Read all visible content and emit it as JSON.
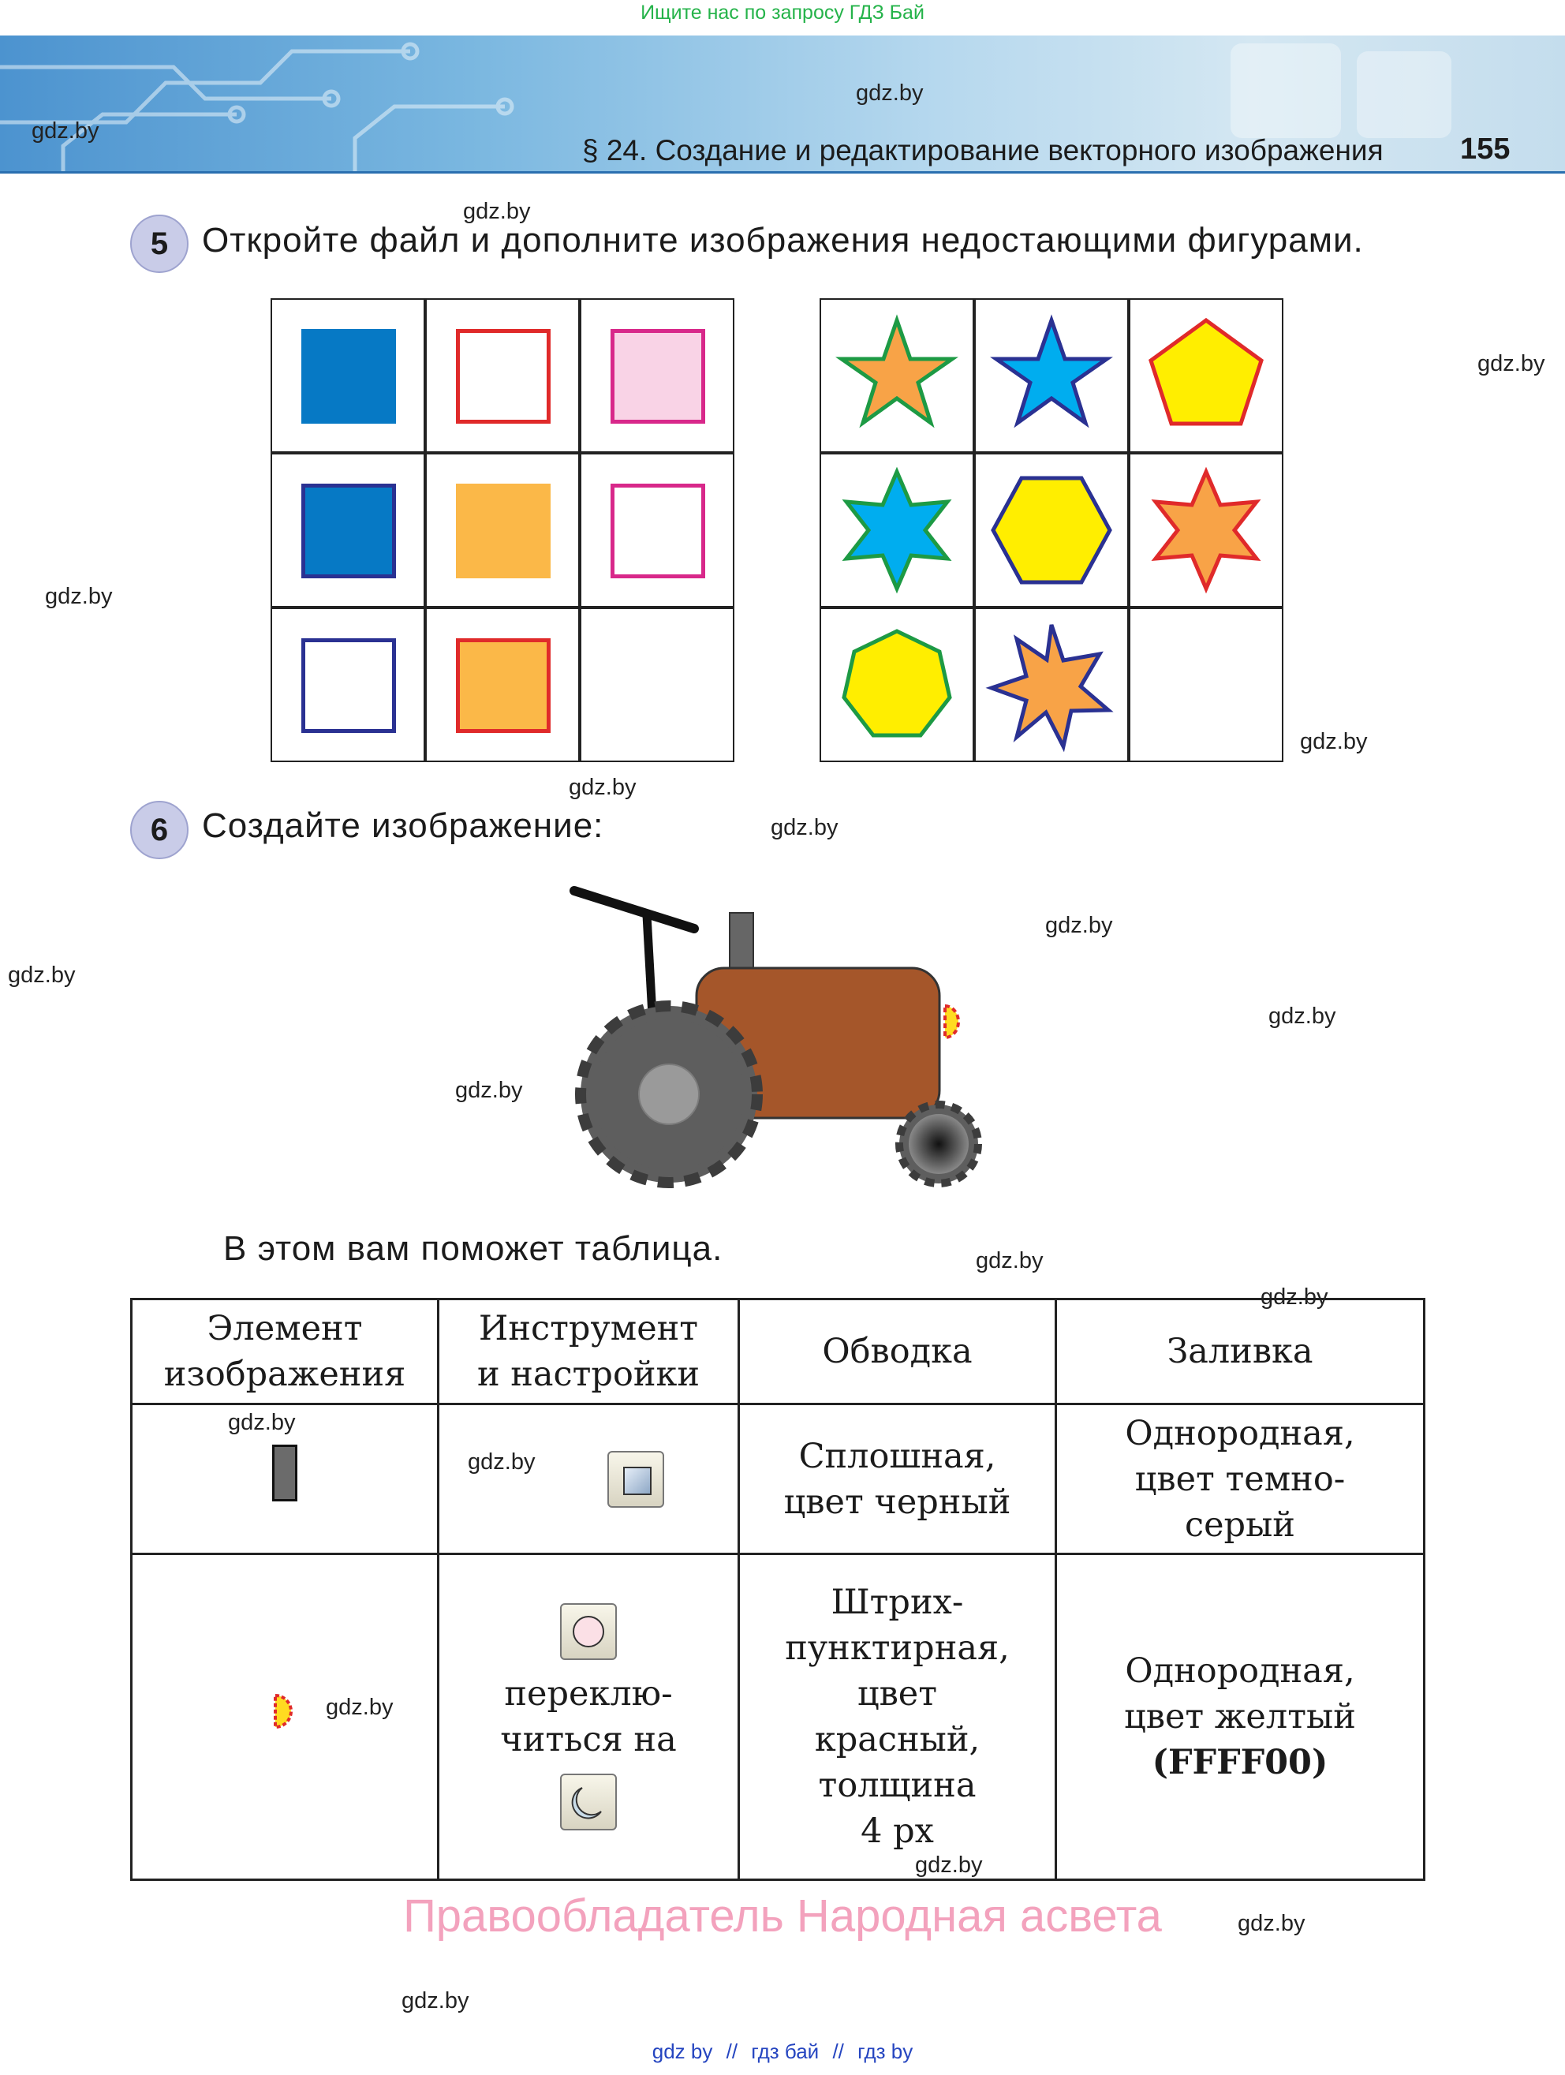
{
  "top_link": "Ищите нас по запросу ГДЗ Бай",
  "header": {
    "title": "§ 24. Создание и редактирование векторного изображения",
    "page_number": "155"
  },
  "watermark": "gdz.by",
  "task5": {
    "number": "5",
    "text": "Откройте файл и дополните изображения недостающими фигурами."
  },
  "task6": {
    "number": "6",
    "text": "Создайте изображение:"
  },
  "hint": "В этом вам поможет таблица.",
  "table": {
    "headers": [
      [
        "Элемент",
        "изображения"
      ],
      [
        "Инструмент",
        "и настройки"
      ],
      [
        "Обводка"
      ],
      [
        "Заливка"
      ]
    ],
    "row1": {
      "stroke": [
        "Сплошная,",
        "цвет черный"
      ],
      "fill": [
        "Однородная,",
        "цвет темно-",
        "серый"
      ]
    },
    "row2": {
      "tool_text": [
        "переклю-",
        "читься на"
      ],
      "stroke": [
        "Штрих-",
        "пунктирная,",
        "цвет",
        "красный,",
        "толщина",
        "4 px"
      ],
      "fill": [
        "Однородная,",
        "цвет желтый",
        "(FFFF00)"
      ]
    }
  },
  "copyright": "Правообладатель Народная асвета",
  "footer_links": [
    "gdz by",
    "//",
    "гдз бай",
    "//",
    "гдз by"
  ],
  "colors": {
    "top_link": "#25b34a",
    "copyright": "#f3a2bd",
    "footer": "#2545c0",
    "task_badge": "#c9cce8"
  }
}
